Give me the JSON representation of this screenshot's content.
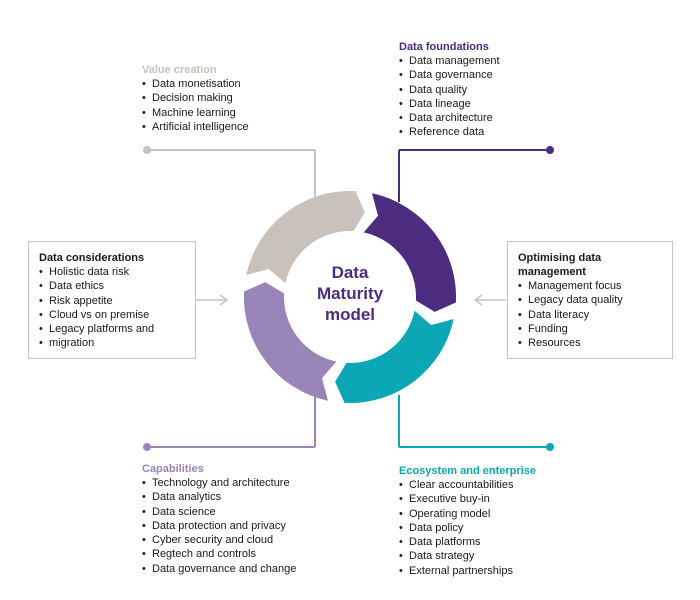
{
  "center": {
    "line1": "Data",
    "line2": "Maturity",
    "line3": "model"
  },
  "value_creation": {
    "title": "Value creation",
    "items": [
      "Data monetisation",
      "Decision making",
      "Machine learning",
      "Artificial intelligence"
    ]
  },
  "data_foundations": {
    "title": "Data foundations",
    "items": [
      "Data management",
      "Data governance",
      "Data quality",
      "Data lineage",
      "Data architecture",
      "Reference data"
    ]
  },
  "data_considerations": {
    "title": "Data considerations",
    "items": [
      "Holistic data risk",
      "Data ethics",
      "Risk appetite",
      "Cloud vs on premise",
      "Legacy platforms and",
      "migration"
    ]
  },
  "optimising": {
    "title_line1": "Optimising data",
    "title_line2": "management",
    "items": [
      "Management focus",
      "Legacy data quality",
      "Data literacy",
      "Funding",
      "Resources"
    ]
  },
  "capabilities": {
    "title": "Capabilities",
    "items": [
      "Technology and architecture",
      "Data analytics",
      "Data science",
      "Data protection and privacy",
      "Cyber security and cloud",
      "Regtech and controls",
      "Data governance and change"
    ]
  },
  "ecosystem": {
    "title": "Ecosystem and enterprise",
    "items": [
      "Clear accountabilities",
      "Executive buy-in",
      "Operating model",
      "Data policy",
      "Data platforms",
      "Data strategy",
      "External partnerships"
    ]
  },
  "colors": {
    "value_creation": "#c8c2ba",
    "data_foundations": "#4b2c7f",
    "capabilities": "#9a85b8",
    "ecosystem": "#0ca7b5",
    "box_border": "#c9c4bd",
    "center_text": "#4b2c7f"
  }
}
